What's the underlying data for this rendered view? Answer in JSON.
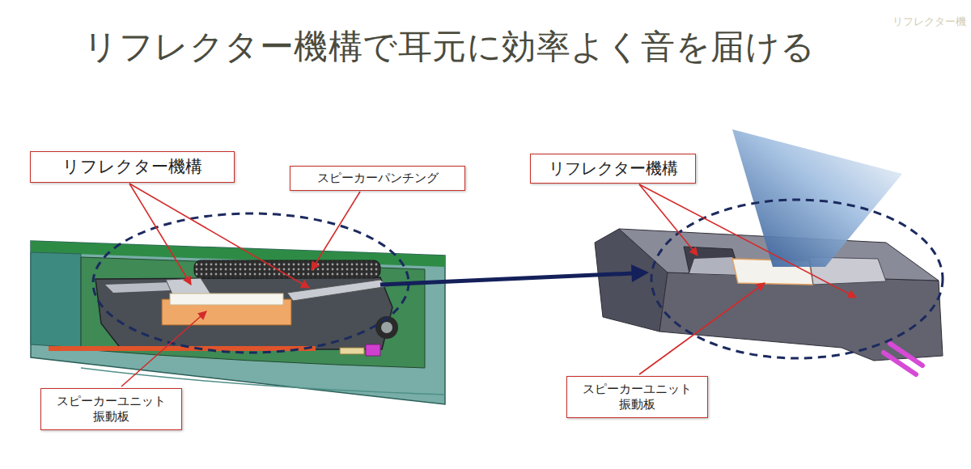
{
  "diagram": {
    "title": "リフレクター機構で耳元に効率よく音を届ける",
    "nodes": [
      {
        "text": [
          "リフレクター機構"
        ]
      },
      {
        "text": [
          "スピーカーパンチング"
        ]
      },
      {
        "text": [
          "リフレクター機構"
        ]
      },
      {
        "text": [
          "スピーカーユニット 振動板"
        ]
      },
      {
        "text": [
          "スピーカーユニット 振動板"
        ]
      }
    ],
    "labels": [
      "リフレクター機"
    ]
  }
}
